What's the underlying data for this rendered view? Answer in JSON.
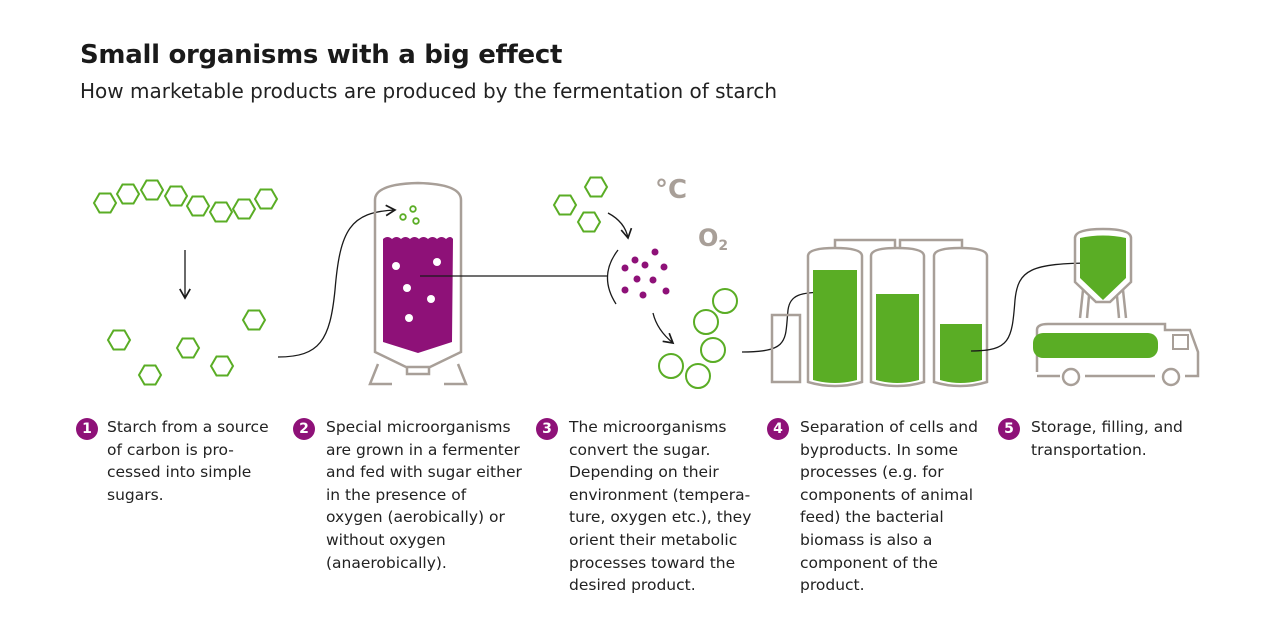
{
  "header": {
    "title": "Small organisms with a big effect",
    "subtitle": "How marketable products are produced by the fermentation of starch"
  },
  "labels": {
    "temperature": "°C",
    "oxygen_o": "O",
    "oxygen_sub": "2"
  },
  "colors": {
    "purple": "#8e1178",
    "green": "#5aad25",
    "gray": "#a89f98",
    "arrow": "#1a1a1a"
  },
  "steps": [
    {
      "number": "1",
      "lines": [
        "Starch from a source",
        "of carbon is pro-",
        "cessed into simple",
        "sugars."
      ]
    },
    {
      "number": "2",
      "lines": [
        "Special microorganisms",
        "are grown in a fermenter",
        "and fed with sugar either",
        "in the presence of",
        "oxygen (aerobically) or",
        "without oxygen",
        "(anaerobically)."
      ]
    },
    {
      "number": "3",
      "lines": [
        "The microorganisms",
        "convert the sugar.",
        "Depending on their",
        "environment (tempera-",
        "ture, oxygen etc.), they",
        "orient their metabolic",
        "processes toward the",
        "desired product."
      ]
    },
    {
      "number": "4",
      "lines": [
        "Separation of cells and",
        "byproducts. In some",
        "processes (e.g. for",
        "components of animal",
        "feed) the bacterial",
        "biomass is also a",
        "component of the",
        "product."
      ]
    },
    {
      "number": "5",
      "lines": [
        "Storage, filling, and",
        "transportation."
      ]
    }
  ]
}
